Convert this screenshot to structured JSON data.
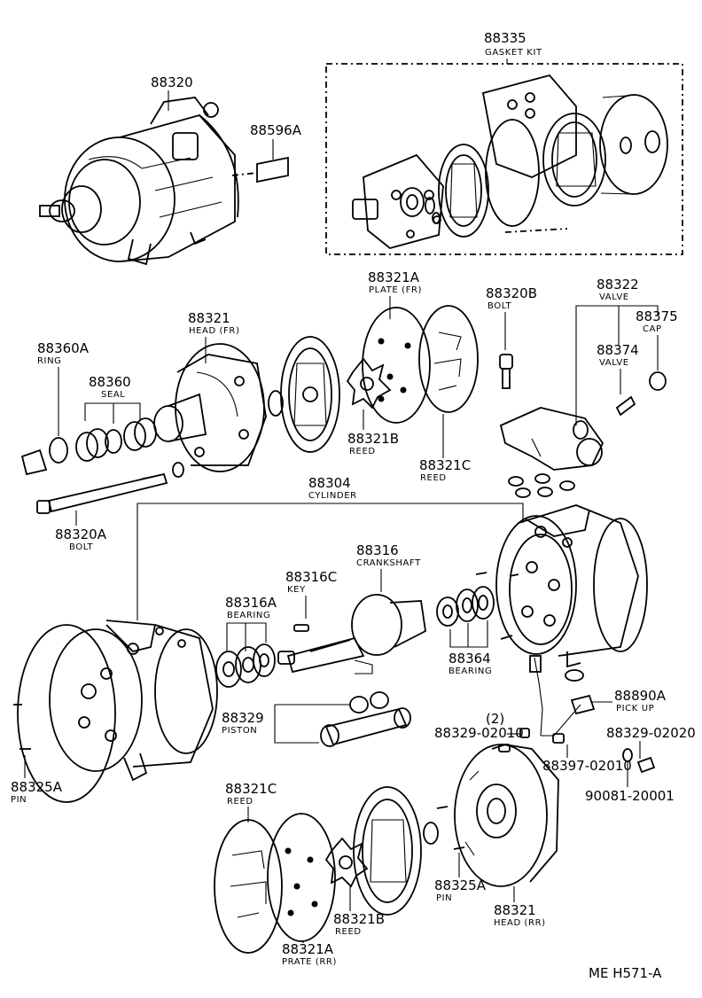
{
  "labels": {
    "p88320": "88320",
    "p88596A": "88596A",
    "p88335": "88335",
    "gasket_kit": "GASKET KIT",
    "p88321A_top": "88321A",
    "plate_fr": "PLATE (FR)",
    "p88320B": "88320B",
    "bolt_top": "BOLT",
    "p88322": "88322",
    "valve_top": "VALVE",
    "p88375": "88375",
    "cap": "CAP",
    "p88374": "88374",
    "valve_374": "VALVE",
    "p88321_top": "88321",
    "head_fr": "HEAD (FR)",
    "p88360A": "88360A",
    "ring": "RING",
    "p88360": "88360",
    "seal": "SEAL",
    "p88321B_top": "88321B",
    "reed_b_top": "REED",
    "p88321C_top": "88321C",
    "reed_c_top": "REED",
    "p88320A": "88320A",
    "bolt_320A": "BOLT",
    "p88304": "88304",
    "cylinder": "CYLINDER",
    "p88316": "88316",
    "crankshaft": "CRANKSHAFT",
    "p88316C": "88316C",
    "key": "KEY",
    "p88316A": "88316A",
    "bearing_316A": "BEARING",
    "p88364": "88364",
    "bearing_364": "BEARING",
    "p88890A": "88890A",
    "pick_up": "PICK UP",
    "qty2": "(2)",
    "p88329_02010": "88329-02010",
    "p88329_02020": "88329-02020",
    "p88329": "88329",
    "piston": "PISTON",
    "p88397_02010": "88397-02010",
    "p90081_20001": "90081-20001",
    "p88325A_left": "88325A",
    "pin_left": "PIN",
    "p88321C_bot": "88321C",
    "reed_c_bot": "REED",
    "p88325A_bot": "88325A",
    "pin_bot": "PIN",
    "p88321_bot": "88321",
    "head_rr": "HEAD (RR)",
    "p88321B_bot": "88321B",
    "reed_b_bot": "REED",
    "p88321A_bot": "88321A",
    "prate_rr": "PRATE (RR)",
    "footer_code": "ME  H571-A"
  }
}
